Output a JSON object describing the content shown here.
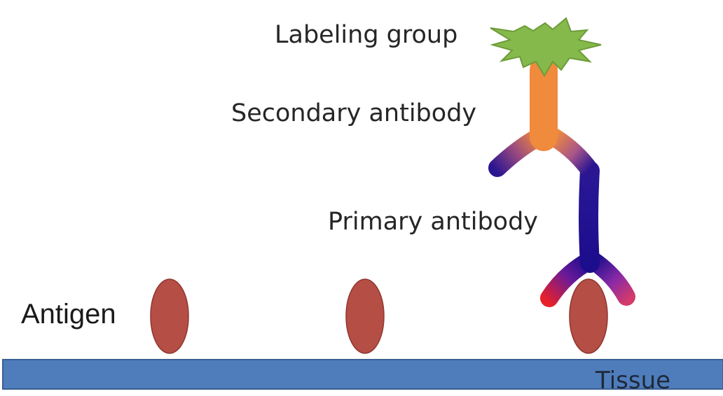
{
  "labels": {
    "labeling_group": "Labeling group",
    "secondary_antibody": "Secondary antibody",
    "primary_antibody": "Primary antibody",
    "antigen": "Antigen",
    "tissue": "Tissue"
  },
  "colors": {
    "tissue_fill": "#4f7dbb",
    "tissue_stroke": "#3a5f93",
    "antigen_fill": "#b54e45",
    "antigen_stroke": "#8f3731",
    "primary_antibody_body": "#1c0d8c",
    "primary_antibody_tips": "#e8202a",
    "secondary_antibody_body": "#f08a3c",
    "secondary_antibody_tips": "#2c1690",
    "labeling_group": "#86b94b",
    "text": "#262626"
  },
  "antigen_count": 3
}
